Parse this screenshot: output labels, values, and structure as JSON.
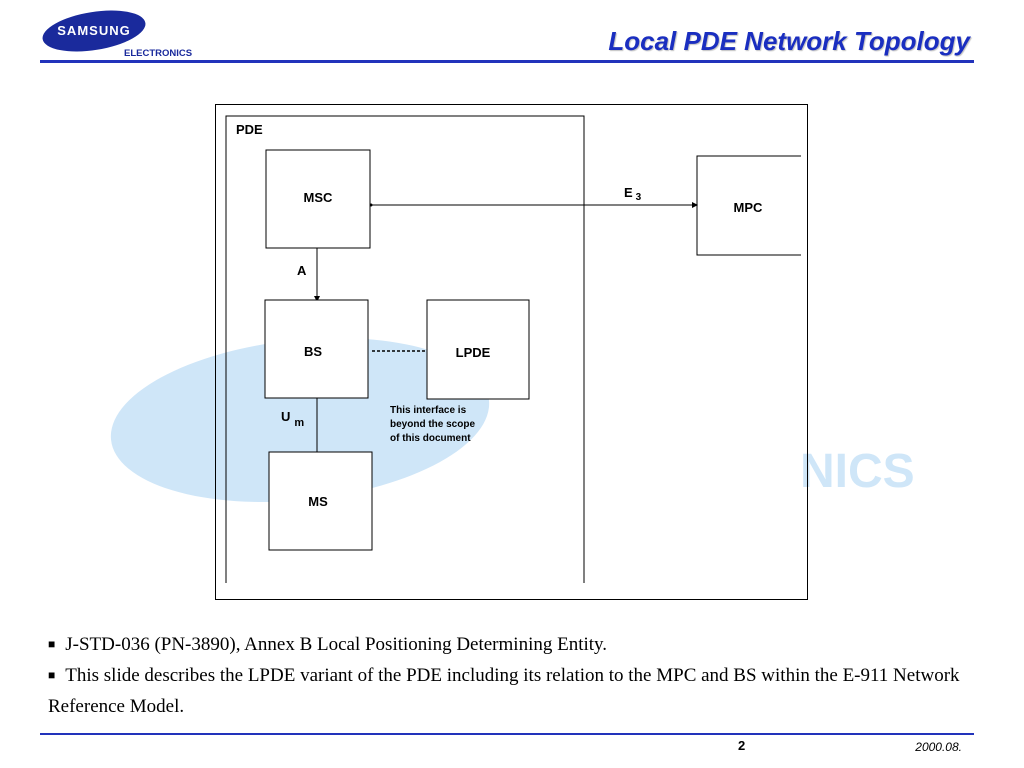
{
  "header": {
    "logo_text": "SAMSUNG",
    "logo_subtext": "ELECTRONICS",
    "title": "Local PDE Network Topology"
  },
  "watermark": {
    "text": "NICS",
    "color": "#cfe6f8"
  },
  "diagram": {
    "pde_label": "PDE",
    "nodes": {
      "msc": "MSC",
      "mpc": "MPC",
      "bs": "BS",
      "lpde": "LPDE",
      "ms": "MS"
    },
    "interfaces": {
      "e3_main": "E",
      "e3_sub": "3",
      "a": "A",
      "um_main": "U",
      "um_sub": "m"
    },
    "note_lines": [
      "This interface is",
      "beyond the scope",
      "of this document"
    ]
  },
  "bullets": [
    "J-STD-036 (PN-3890), Annex B Local Positioning Determining Entity.",
    "This slide describes the LPDE variant of the PDE including its relation to the MPC and BS within the E-911 Network Reference Model."
  ],
  "footer": {
    "page_number": "2",
    "date": "2000.08."
  },
  "colors": {
    "brand_blue": "#1a2a9c",
    "title_blue": "#1a2ec0"
  }
}
